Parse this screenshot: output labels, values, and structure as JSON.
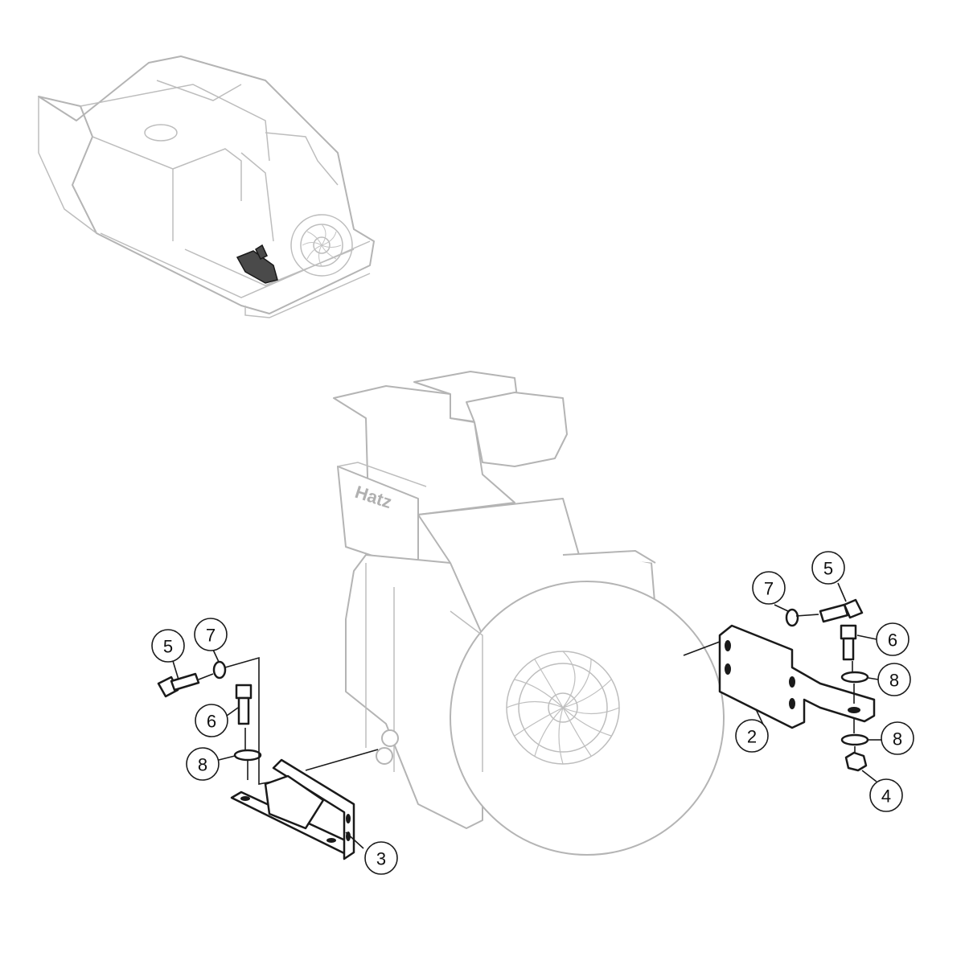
{
  "brand_label": "Hatz",
  "callouts": [
    {
      "id": "c2",
      "text": "2"
    },
    {
      "id": "c3",
      "text": "3"
    },
    {
      "id": "c4",
      "text": "4"
    },
    {
      "id": "c5l",
      "text": "5"
    },
    {
      "id": "c5r",
      "text": "5"
    },
    {
      "id": "c6l",
      "text": "6"
    },
    {
      "id": "c6r",
      "text": "6"
    },
    {
      "id": "c7l",
      "text": "7"
    },
    {
      "id": "c7r",
      "text": "7"
    },
    {
      "id": "c8l",
      "text": "8"
    },
    {
      "id": "c8r1",
      "text": "8"
    },
    {
      "id": "c8r2",
      "text": "8"
    }
  ]
}
